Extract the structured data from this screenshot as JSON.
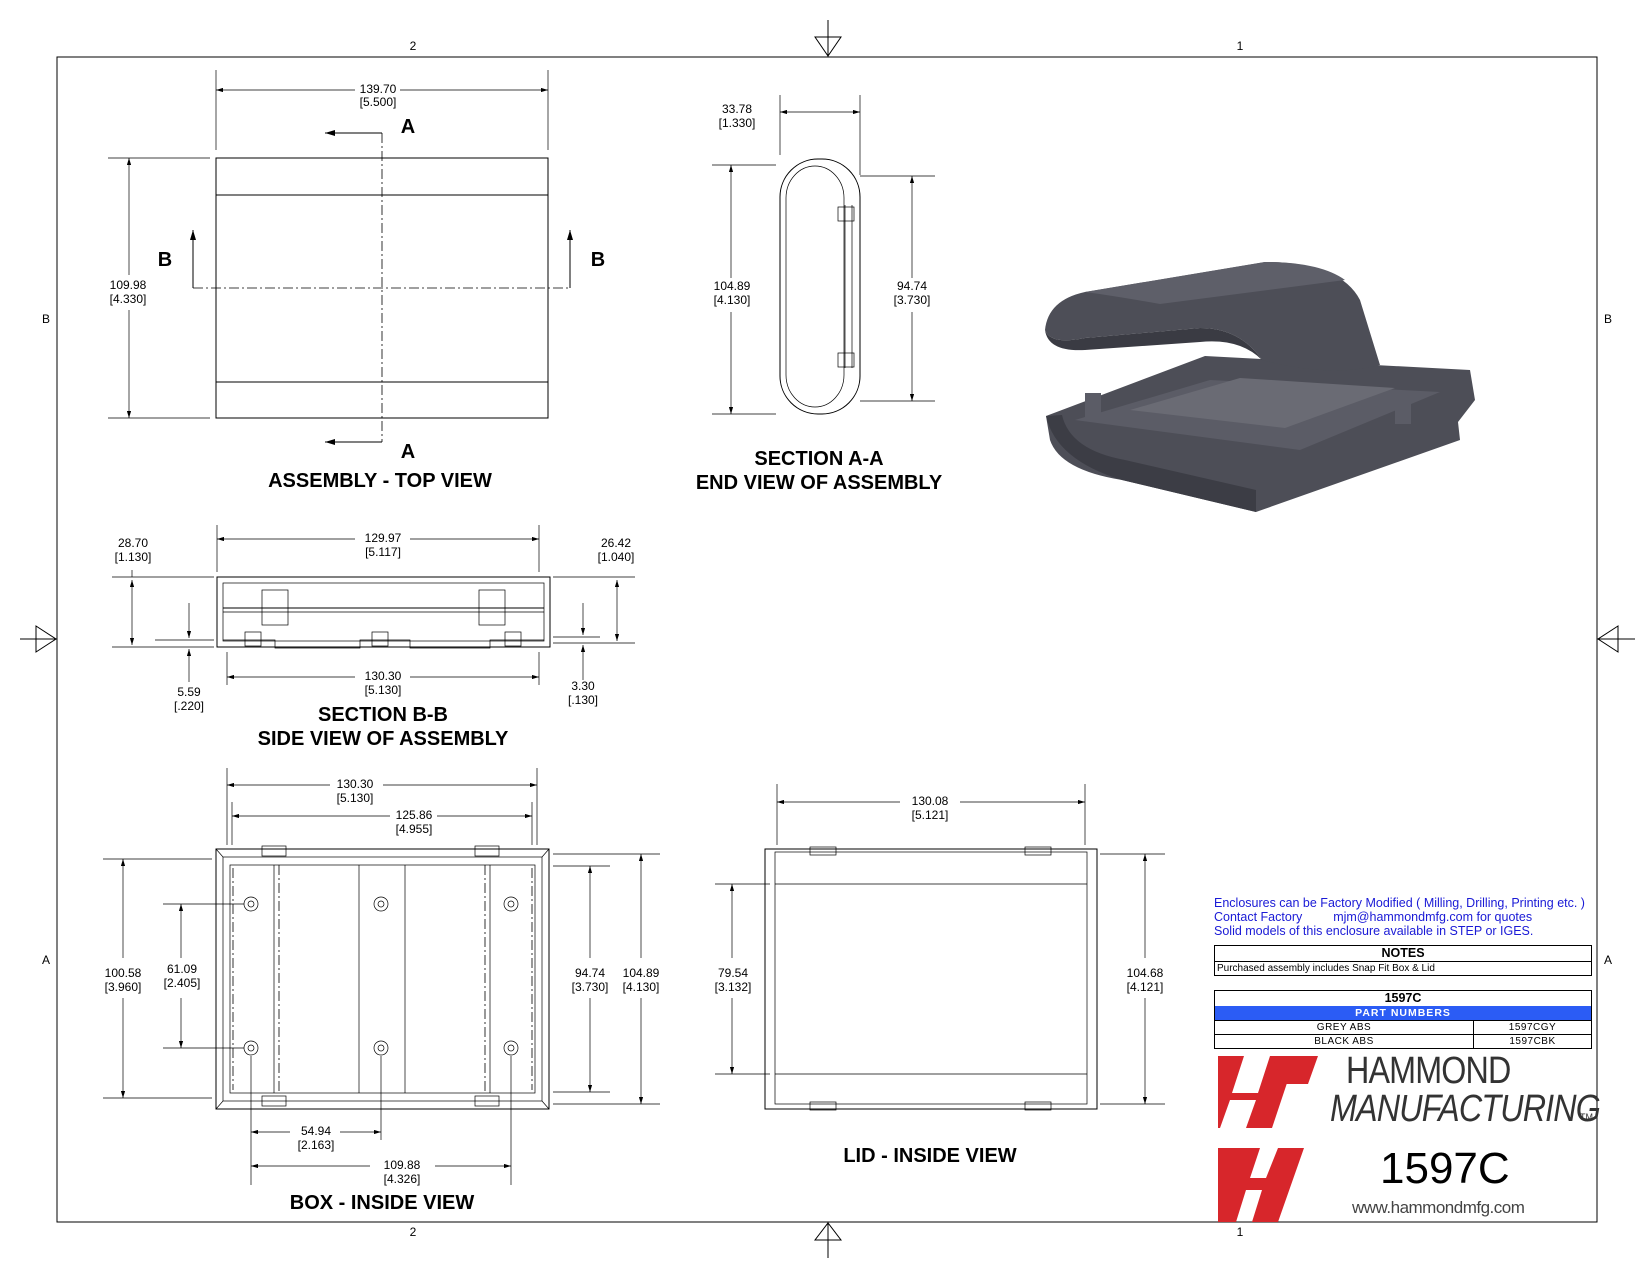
{
  "zones": {
    "top_left": "2",
    "top_right": "1",
    "bottom_left": "2",
    "bottom_right": "1",
    "left_upper": "B",
    "left_lower": "A",
    "right_upper": "B",
    "right_lower": "A"
  },
  "top_view": {
    "title": "ASSEMBLY - TOP VIEW",
    "width_mm": "139.70",
    "width_in": "[5.500]",
    "height_mm": "109.98",
    "height_in": "[4.330]",
    "section_a": "A",
    "section_b": "B"
  },
  "section_aa": {
    "title1": "SECTION A-A",
    "title2": "END VIEW OF ASSEMBLY",
    "depth_mm": "33.78",
    "depth_in": "[1.330]",
    "outer_mm": "104.89",
    "outer_in": "[4.130]",
    "inner_mm": "94.74",
    "inner_in": "[3.730]"
  },
  "section_bb": {
    "title1": "SECTION B-B",
    "title2": "SIDE VIEW OF ASSEMBLY",
    "top_mm": "129.97",
    "top_in": "[5.117]",
    "bottom_mm": "130.30",
    "bottom_in": "[5.130]",
    "left_h_mm": "28.70",
    "left_h_in": "[1.130]",
    "right_h_mm": "26.42",
    "right_h_in": "[1.040]",
    "base_mm": "5.59",
    "base_in": "[.220]",
    "lip_mm": "3.30",
    "lip_in": "[.130]"
  },
  "box_view": {
    "title": "BOX - INSIDE VIEW",
    "outer_w_mm": "130.30",
    "outer_w_in": "[5.130]",
    "inner_w_mm": "125.86",
    "inner_w_in": "[4.955]",
    "outer_h_mm": "100.58",
    "outer_h_in": "[3.960]",
    "boss_v_mm": "61.09",
    "boss_v_in": "[2.405]",
    "inner_h_mm": "94.74",
    "inner_h_in": "[3.730]",
    "full_h_mm": "104.89",
    "full_h_in": "[4.130]",
    "boss_h_mm": "54.94",
    "boss_h_in": "[2.163]",
    "boss_span_mm": "109.88",
    "boss_span_in": "[4.326]"
  },
  "lid_view": {
    "title": "LID - INSIDE VIEW",
    "width_mm": "130.08",
    "width_in": "[5.121]",
    "inner_h_mm": "79.54",
    "inner_h_in": "[3.132]",
    "outer_h_mm": "104.68",
    "outer_h_in": "[4.121]"
  },
  "notes": {
    "line1": "Enclosures can be Factory Modified ( Milling, Drilling, Printing etc. )",
    "line2a": "Contact Factory",
    "line2b": "mjm@hammondmfg.com for quotes",
    "line3": "Solid models of this enclosure available in STEP or IGES.",
    "notes_header": "NOTES",
    "notes_row": "Purchased assembly includes Snap Fit Box & Lid"
  },
  "parts": {
    "model": "1597C",
    "header": "PART NUMBERS",
    "rows": [
      {
        "material": "GREY ABS",
        "part": "1597CGY"
      },
      {
        "material": "BLACK ABS",
        "part": "1597CBK"
      }
    ]
  },
  "brand": {
    "line1": "HAMMOND",
    "line2": "MANUFACTURING",
    "tm": "TM",
    "model": "1597C",
    "url": "www.hammondmfg.com",
    "logo_color": "#d7262b"
  },
  "colors": {
    "notes_text": "#1a1ad6",
    "table_header": "#2b5cf5",
    "render": "#4d4e57"
  }
}
